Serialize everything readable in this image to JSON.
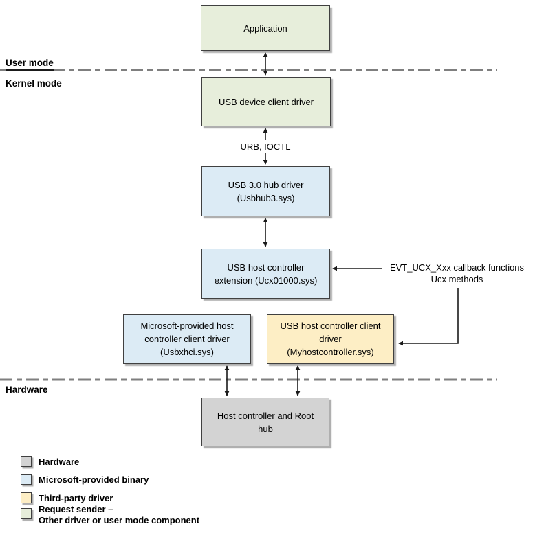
{
  "palette": {
    "request_sender_fill": "#e7eedb",
    "microsoft_fill": "#dcebf5",
    "third_party_fill": "#fdeec5",
    "hardware_fill": "#d3d3d3",
    "border": "#404040",
    "separator_gray": "#7f7f7f",
    "arrow_black": "#1a1a1a"
  },
  "zones": {
    "user_mode": "User mode",
    "kernel_mode": "Kernel mode",
    "hardware": "Hardware"
  },
  "nodes": {
    "application": "Application",
    "usb_device_client_driver": "USB device client driver",
    "usb3_hub_driver": "USB 3.0 hub driver\n(Usbhub3.sys)",
    "usb_host_controller_extension": "USB host controller\nextension (Ucx01000.sys)",
    "microsoft_host_controller_client_driver": "Microsoft-provided host\ncontroller client driver\n(Usbxhci.sys)",
    "usb_host_controller_client_driver": "USB host controller client\ndriver\n(Myhostcontroller.sys)",
    "host_controller_root_hub": "Host controller and Root\nhub"
  },
  "edge_labels": {
    "urb_ioctl": "URB, IOCTL",
    "evt_ucx": "EVT_UCX_Xxx callback functions\nUcx methods"
  },
  "legend": {
    "items": [
      {
        "color": "#d3d3d3",
        "label": "Hardware"
      },
      {
        "color": "#dcebf5",
        "label": "Microsoft-provided binary"
      },
      {
        "color": "#fdeec5",
        "label": "Third-party driver"
      },
      {
        "color": "#e7eedb",
        "label": "Request sender –\nOther driver or user mode component"
      }
    ]
  }
}
